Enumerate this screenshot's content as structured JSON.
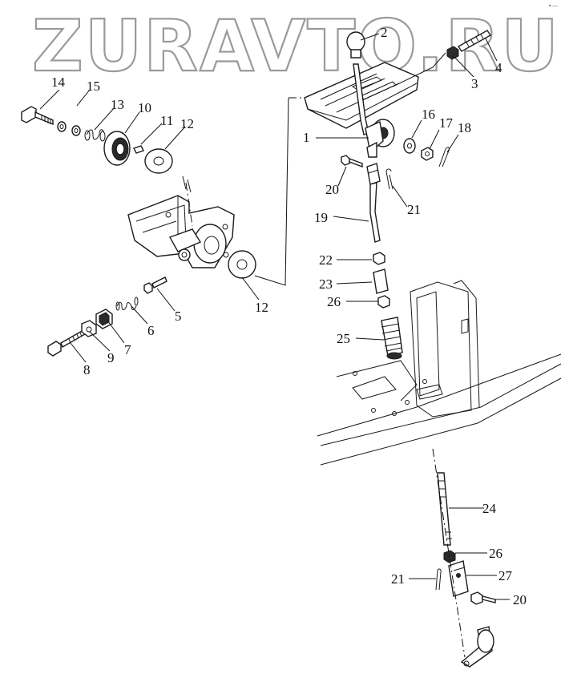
{
  "watermark": "ZURAVTO.RU",
  "corner_mark": "•—",
  "callouts": [
    "1",
    "2",
    "3",
    "4",
    "5",
    "6",
    "7",
    "8",
    "9",
    "10",
    "11",
    "12",
    "12",
    "13",
    "14",
    "15",
    "16",
    "17",
    "18",
    "19",
    "20",
    "20",
    "21",
    "21",
    "22",
    "23",
    "24",
    "25",
    "26",
    "26",
    "27"
  ]
}
